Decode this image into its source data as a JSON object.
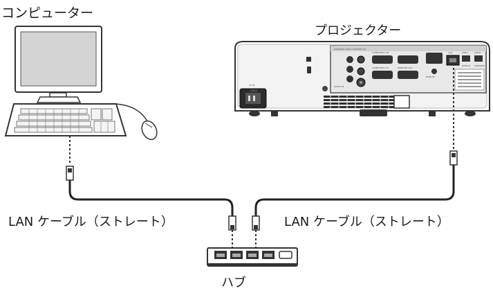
{
  "labels": {
    "computer": "コンピューター",
    "projector": "プロジェクター",
    "cable_left": "LAN ケーブル（ストレート）",
    "cable_right": "LAN ケーブル（ストレート）",
    "hub": "ハブ"
  },
  "projector_panel": {
    "port_texts": [
      "VARIABLE AUDIO OUT",
      "VIDEO IN",
      "COMPUTER 1 IN",
      "COMPUTER 2 IN",
      "MONITOR OUT",
      "AUDIO IN",
      "HDMI IN",
      "LAN",
      "USB A",
      "USB B",
      "DISPLAY",
      "WIRELESS",
      "AC IN"
    ]
  }
}
